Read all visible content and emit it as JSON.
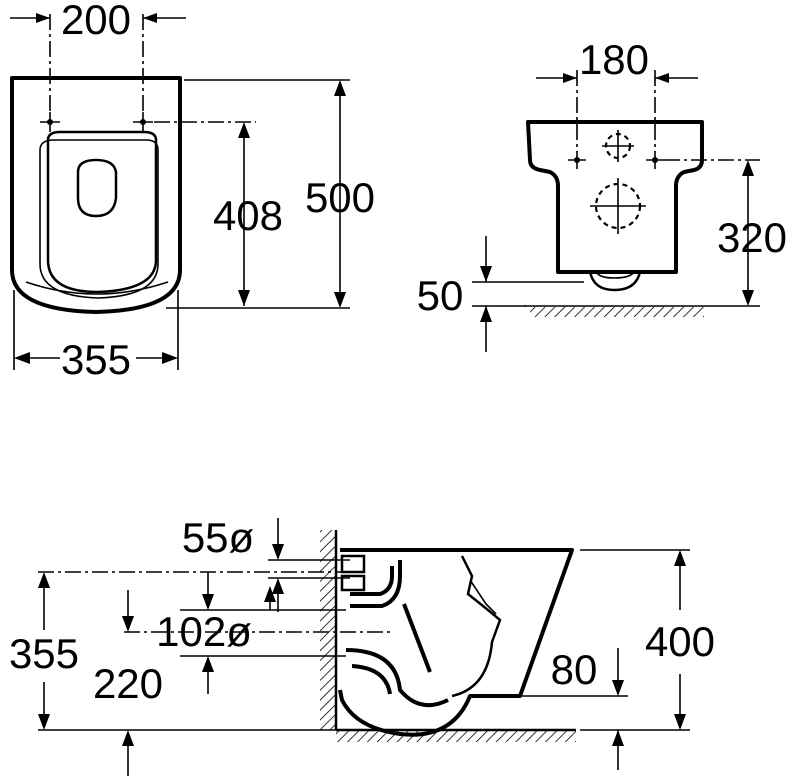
{
  "drawing": {
    "top_view": {
      "dim_width_holes": "200",
      "dim_depth_holes": "408",
      "dim_depth_total": "500",
      "dim_width_total": "355"
    },
    "rear_view": {
      "dim_width_holes": "180",
      "dim_height_holes": "320",
      "dim_floor_gap": "50"
    },
    "side_view": {
      "dim_inlet_diameter": "55ø",
      "dim_outlet_diameter": "102ø",
      "dim_inlet_height": "355",
      "dim_outlet_height": "220",
      "dim_total_height": "400",
      "dim_rim_offset": "80"
    }
  }
}
